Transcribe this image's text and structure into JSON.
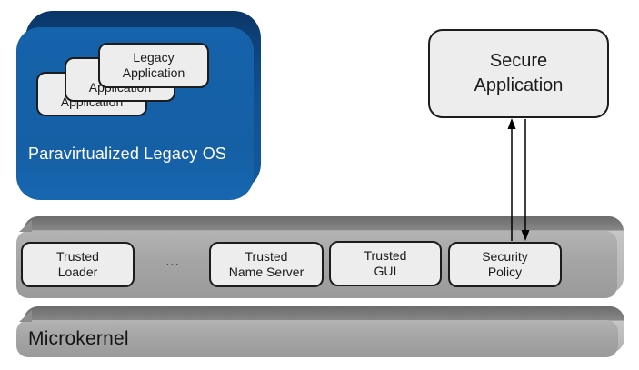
{
  "legacy_os": {
    "label": "Paravirtualized Legacy OS",
    "apps": [
      {
        "label": "Legacy\nApplication"
      },
      {
        "label": "Legacy\nApplication"
      },
      {
        "label": "Legacy\nApplication"
      }
    ]
  },
  "secure_app": {
    "label": "Secure\nApplication"
  },
  "trusted_layer": {
    "components": [
      {
        "label": "Trusted\nLoader"
      },
      {
        "label": "Trusted\nName Server"
      },
      {
        "label": "Trusted\nGUI"
      },
      {
        "label": "Security\nPolicy"
      }
    ],
    "ellipsis": "..."
  },
  "microkernel": {
    "label": "Microkernel"
  },
  "connection": {
    "from": "Secure Application",
    "to": "Security Policy",
    "type": "bidirectional-arrows"
  },
  "colors": {
    "legacy_os_face": "#155fa5",
    "legacy_os_edge": "#0a3466",
    "slab_face": "#a5a5a5",
    "slab_edge_dark": "#6c6c6c",
    "slab_edge_light": "#c6c6c6",
    "chip_fill": "#ededed",
    "chip_border": "#1c1c1c",
    "label_light": "#ffffff",
    "label_dark": "#1a1a1a"
  }
}
